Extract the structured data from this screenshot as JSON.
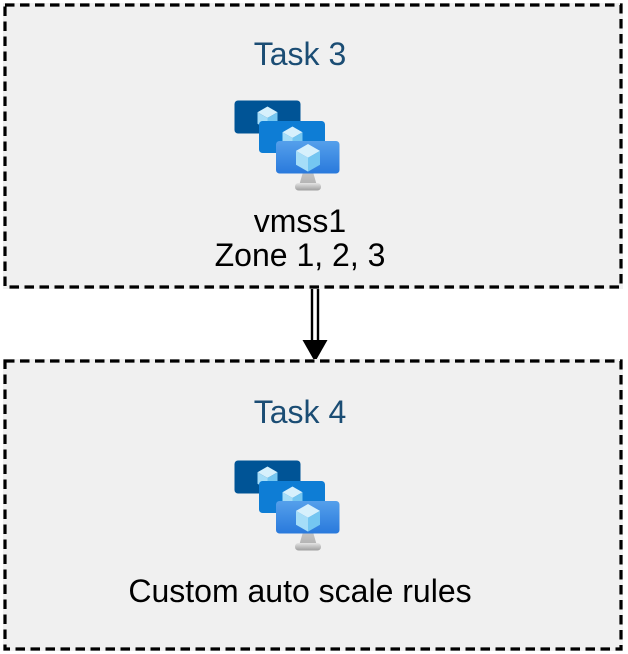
{
  "diagram": {
    "task3": {
      "title": "Task 3",
      "icon": "vm-scale-sets-icon",
      "label_line1": "vmss1",
      "label_line2": "Zone 1, 2, 3"
    },
    "connector": {
      "name": "double-line-arrow",
      "direction": "down"
    },
    "task4": {
      "title": "Task 4",
      "icon": "vm-scale-sets-icon",
      "label_line1": "Custom auto scale rules"
    }
  },
  "colors": {
    "canvas_background": "#ffffff",
    "box_background": "#f0f0f0",
    "box_border": "#000000",
    "task_title_text": "#1b4d74",
    "body_text": "#000000",
    "arrow": "#000000",
    "monitor_back": "#005496",
    "monitor_middle": "#0e7dd5",
    "monitor_front_gradient_top": "#55a0eb",
    "monitor_front_gradient_bottom": "#2979dc",
    "cube_top_face": "#d6f0fc",
    "cube_left_face": "#a5ddf8",
    "cube_right_face": "#74c6f1",
    "stand_gray_light": "#dedede",
    "stand_gray_dark": "#9e9e9e"
  }
}
